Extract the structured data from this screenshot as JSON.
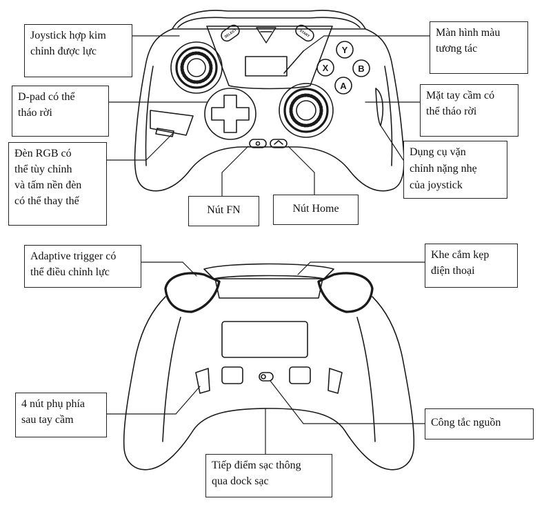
{
  "front_view": {
    "labels": {
      "joystick": [
        "Joystick hợp kim",
        "chỉnh được lực"
      ],
      "dpad": [
        "D-pad có thể",
        "tháo rời"
      ],
      "rgb": [
        "Đèn RGB có",
        "thể tùy chỉnh",
        "và tấm nền đèn",
        "có thể thay thế"
      ],
      "fn_button": [
        "Nút FN"
      ],
      "home_button": [
        "Nút Home"
      ],
      "screen": [
        "Màn hình màu",
        "tương tác"
      ],
      "faceplate": [
        "Mặt tay cầm có",
        "thể tháo rời"
      ],
      "tension_tool": [
        "Dụng cụ vặn",
        "chỉnh nặng nhẹ",
        "của joystick"
      ]
    },
    "buttons": {
      "select": "SELECT",
      "start": "START",
      "y": "Y",
      "x": "X",
      "b": "B",
      "a": "A"
    }
  },
  "back_view": {
    "labels": {
      "trigger": [
        "Adaptive trigger có",
        "thể điều chỉnh lực"
      ],
      "phone_clip": [
        "Khe cắm kẹp",
        "điện thoại"
      ],
      "back_buttons": [
        "4 nút phụ phía",
        "sau tay cầm"
      ],
      "power_switch": [
        "Công tắc nguồn"
      ],
      "charging_contacts": [
        "Tiếp điểm sạc thông",
        "qua dock sạc"
      ]
    }
  },
  "colors": {
    "line": "#1a1a1a",
    "background": "#ffffff"
  }
}
